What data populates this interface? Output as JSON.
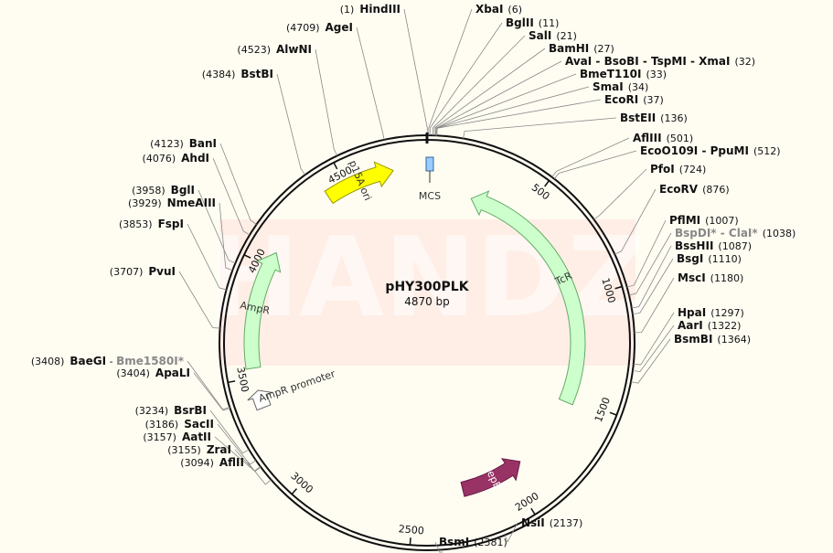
{
  "plasmid": {
    "name": "pHY300PLK",
    "size_label": "4870 bp",
    "length": 4870,
    "watermark": "HANDZ"
  },
  "ticks": [
    {
      "bp": 500,
      "label": "500"
    },
    {
      "bp": 1000,
      "label": "1000"
    },
    {
      "bp": 1500,
      "label": "1500"
    },
    {
      "bp": 2000,
      "label": "2000"
    },
    {
      "bp": 2500,
      "label": "2500"
    },
    {
      "bp": 3000,
      "label": "3000"
    },
    {
      "bp": 3500,
      "label": "3500"
    },
    {
      "bp": 4000,
      "label": "4000"
    },
    {
      "bp": 4500,
      "label": "4500"
    }
  ],
  "features": [
    {
      "name": "p15A ori",
      "label": "p15A ori",
      "start": 4410,
      "end": 4720,
      "dir": 1,
      "color": "#ffff00",
      "stroke": "#999900",
      "track": 1,
      "label_color": "#333"
    },
    {
      "name": "TcR",
      "label": "TcR",
      "start": 230,
      "end": 1530,
      "dir": -1,
      "color": "#ccffcc",
      "stroke": "#66aa66",
      "track": 0,
      "label_color": "#333"
    },
    {
      "name": "repB",
      "label": "repB",
      "start": 2250,
      "end": 1920,
      "dir": 1,
      "color": "#993366",
      "stroke": "#661a44",
      "track": 0,
      "label_color": "#ffffff",
      "rev_draw": true
    },
    {
      "name": "AmpR",
      "label": "AmpR",
      "start": 3540,
      "end": 4070,
      "dir": 1,
      "color": "#ccffcc",
      "stroke": "#66aa66",
      "track": 1,
      "label_color": "#333"
    },
    {
      "name": "AmpR promoter",
      "label": "AmpR promoter",
      "start": 3360,
      "end": 3440,
      "dir": 1,
      "color": "#ffffff",
      "stroke": "#666666",
      "track": 1,
      "label_color": "#333"
    }
  ],
  "mcs_label": "MCS",
  "sites_right": [
    {
      "name": "XbaI",
      "pos": "(6)",
      "bp": 6
    },
    {
      "name": "BglII",
      "pos": "(11)",
      "bp": 11
    },
    {
      "name": "SalI",
      "pos": "(21)",
      "bp": 21
    },
    {
      "name": "BamHI",
      "pos": "(27)",
      "bp": 27
    },
    {
      "name": "AvaI - BsoBI - TspMI - XmaI",
      "pos": "(32)",
      "bp": 32
    },
    {
      "name": "BmeT110I",
      "pos": "(33)",
      "bp": 33
    },
    {
      "name": "SmaI",
      "pos": "(34)",
      "bp": 34
    },
    {
      "name": "EcoRI",
      "pos": "(37)",
      "bp": 37
    },
    {
      "name": "BstEII",
      "pos": "(136)",
      "bp": 136
    },
    {
      "name": "AflIII",
      "pos": "(501)",
      "bp": 501
    },
    {
      "name": "EcoO109I - PpuMI",
      "pos": "(512)",
      "bp": 512
    },
    {
      "name": "PfoI",
      "pos": "(724)",
      "bp": 724
    },
    {
      "name": "EcoRV",
      "pos": "(876)",
      "bp": 876
    },
    {
      "name": "PflMI",
      "pos": "(1007)",
      "bp": 1007
    },
    {
      "name": "BspDI* - ClaI*",
      "pos": "(1038)",
      "bp": 1038,
      "grey": true
    },
    {
      "name": "BssHII",
      "pos": "(1087)",
      "bp": 1087
    },
    {
      "name": "BsgI",
      "pos": "(1110)",
      "bp": 1110
    },
    {
      "name": "MscI",
      "pos": "(1180)",
      "bp": 1180
    },
    {
      "name": "HpaI",
      "pos": "(1297)",
      "bp": 1297
    },
    {
      "name": "AarI",
      "pos": "(1322)",
      "bp": 1322
    },
    {
      "name": "BsmBI",
      "pos": "(1364)",
      "bp": 1364
    },
    {
      "name": "NsiI",
      "pos": "(2137)",
      "bp": 2137
    },
    {
      "name": "BsmI",
      "pos": "(2381)",
      "bp": 2381
    }
  ],
  "sites_left": [
    {
      "name": "HindIII",
      "pos": "(1)",
      "bp": 1
    },
    {
      "name": "AgeI",
      "pos": "(4709)",
      "bp": 4709
    },
    {
      "name": "AlwNI",
      "pos": "(4523)",
      "bp": 4523
    },
    {
      "name": "BstBI",
      "pos": "(4384)",
      "bp": 4384
    },
    {
      "name": "BanI",
      "pos": "(4123)",
      "bp": 4123
    },
    {
      "name": "AhdI",
      "pos": "(4076)",
      "bp": 4076
    },
    {
      "name": "BglI",
      "pos": "(3958)",
      "bp": 3958
    },
    {
      "name": "NmeAIII",
      "pos": "(3929)",
      "bp": 3929
    },
    {
      "name": "FspI",
      "pos": "(3853)",
      "bp": 3853
    },
    {
      "name": "PvuI",
      "pos": "(3707)",
      "bp": 3707
    },
    {
      "name": "BaeGI",
      "name2": "Bme1580I*",
      "pos": "(3408)",
      "bp": 3408
    },
    {
      "name": "ApaLI",
      "pos": "(3404)",
      "bp": 3404
    },
    {
      "name": "BsrBI",
      "pos": "(3234)",
      "bp": 3234
    },
    {
      "name": "SacII",
      "pos": "(3186)",
      "bp": 3186
    },
    {
      "name": "AatII",
      "pos": "(3157)",
      "bp": 3157
    },
    {
      "name": "ZraI",
      "pos": "(3155)",
      "bp": 3155
    },
    {
      "name": "AflII",
      "pos": "(3094)",
      "bp": 3094
    }
  ]
}
